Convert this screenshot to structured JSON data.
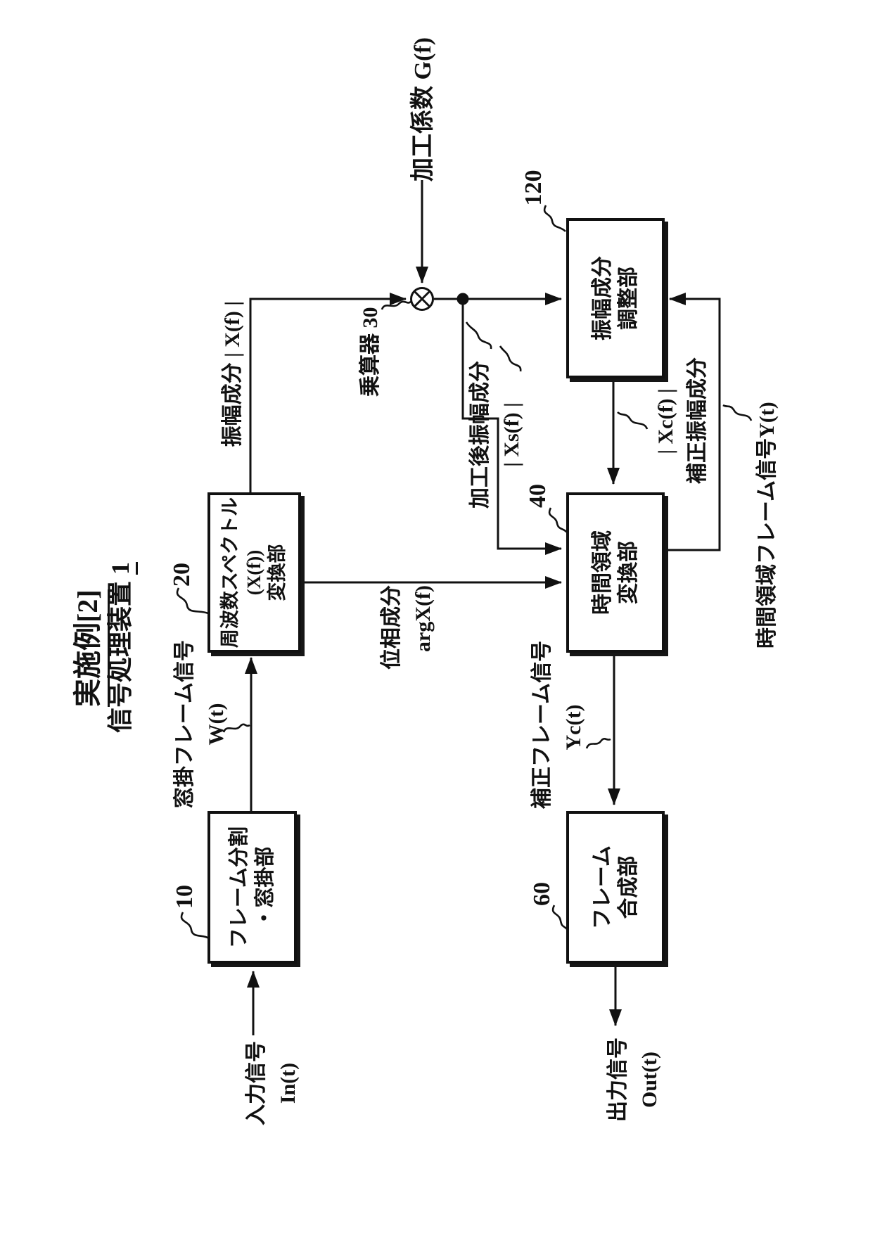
{
  "colors": {
    "ink": "#111111",
    "background": "#ffffff"
  },
  "title": {
    "heading": "実施例[2]",
    "subtitle_main": "信号処理装置",
    "subtitle_num": "1"
  },
  "blocks": {
    "b10": {
      "id": "10",
      "lines": [
        "フレーム分割",
        "・窓掛部"
      ]
    },
    "b20": {
      "id": "20",
      "lines": [
        "周波数スペクトル",
        "(X(f))",
        "変換部"
      ]
    },
    "b40": {
      "id": "40",
      "lines": [
        "時間領域",
        "変換部"
      ]
    },
    "b60": {
      "id": "60",
      "lines": [
        "フレーム",
        "合成部"
      ]
    },
    "b120": {
      "id": "120",
      "lines": [
        "振幅成分",
        "調整部"
      ]
    }
  },
  "multiplier": {
    "label": "乗算器 30"
  },
  "signals": {
    "input": {
      "name": "入力信号",
      "symbol": "In(t)"
    },
    "windowed": {
      "name": "窓掛フレーム信号",
      "symbol": "W(t)"
    },
    "amplitude": {
      "text": "振幅成分 | X(f) |"
    },
    "coefficient": {
      "text": "加工係数 G(f)"
    },
    "processed": {
      "name": "加工後振幅成分",
      "symbol": "| Xs(f) |"
    },
    "phase": {
      "name": "位相成分",
      "symbol": "argX(f)"
    },
    "corrected_amp": {
      "symbol": "| Xc(f) |",
      "name": "補正振幅成分"
    },
    "time_frame": {
      "text": "時間領域フレーム信号Y(t)"
    },
    "corrected_frame": {
      "name": "補正フレーム信号",
      "symbol": "Yc(t)"
    },
    "output": {
      "name": "出力信号",
      "symbol": "Out(t)"
    }
  }
}
